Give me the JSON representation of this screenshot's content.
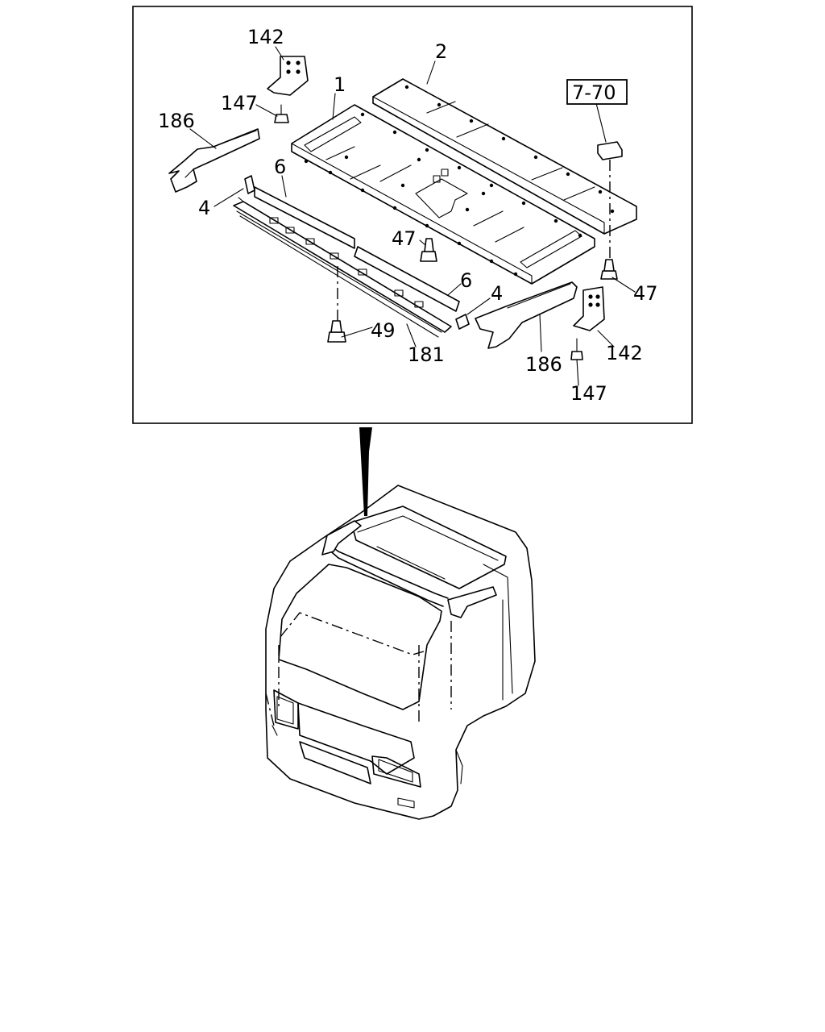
{
  "callouts": {
    "c142_top": "142",
    "c2": "2",
    "c1": "1",
    "c147_top": "147",
    "c186_left": "186",
    "c6_left": "6",
    "c4_left": "4",
    "c47_mid": "47",
    "c6_right": "6",
    "c4_right": "4",
    "c49": "49",
    "c181": "181",
    "c186_right": "186",
    "c142_right": "142",
    "c147_right": "147",
    "c47_right": "47",
    "ref_7_70": "7-70"
  }
}
